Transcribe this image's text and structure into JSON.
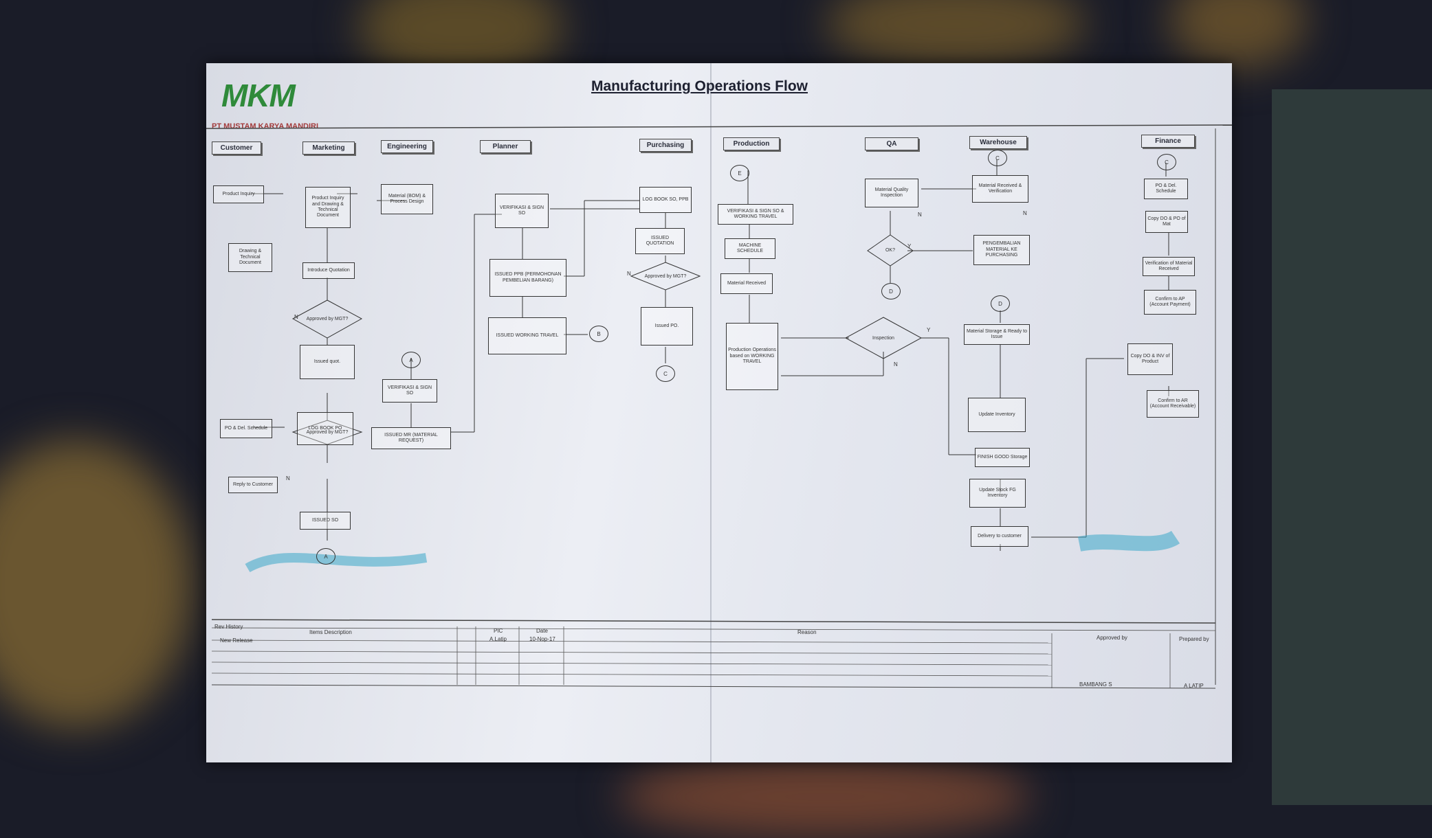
{
  "title": "Manufacturing Operations Flow",
  "logo": "MKM",
  "company": "PT MUSTAM KARYA MANDIRI",
  "lanes": [
    "Customer",
    "Marketing",
    "Engineering",
    "Planner",
    "Purchasing",
    "Production",
    "QA",
    "Warehouse",
    "Finance"
  ],
  "boxes": {
    "product_inquiry": "Product Inquiry",
    "drawing_tech_doc": "Drawing & Technical Document",
    "po_del_schedule_cust": "PO & Del. Schedule",
    "reply_to_customer": "Reply to Customer",
    "product_inquiry_drawing": "Product Inquiry and Drawing & Technical Document",
    "introduce_quotation": "Introduce Quotation",
    "issued_quot": "Issued quot.",
    "log_book_po": "LOG BOOK PO",
    "issued_so": "ISSUED SO",
    "material_bom": "Material (BOM) & Process Design",
    "verifikasi_sign_so_eng": "VERIFIKASI & SIGN SO",
    "issued_mr": "ISSUED MR (MATERIAL REQUEST)",
    "verifikasi_sign_so_plan": "VERIFIKASI & SIGN SO",
    "issued_ppb": "ISSUED PPB (PERMOHONAN PEMBELIAN BARANG)",
    "issued_working_travel": "ISSUED WORKING TRAVEL",
    "log_book_so_ppb": "LOG BOOK SO, PPB",
    "issued_quotation": "ISSUED QUOTATION",
    "issued_po": "Issued PO.",
    "verifikasi_sign_so_wt": "VERIFIKASI & SIGN SO & WORKING TRAVEL",
    "machine_schedule": "MACHINE SCHEDULE",
    "material_received_prod": "Material Received",
    "production_operations": "Production Operations based on WORKING TRAVEL",
    "material_quality_inspection": "Material Quality Inspection",
    "material_received_verification": "Material Received & Verification",
    "pengembalian": "PENGEMBALIAN MATERIAL KE PURCHASING",
    "material_storage": "Material Storage & Ready to Issue",
    "update_inventory": "Update Inventory",
    "finish_good_storage": "FINISH GOOD Storage",
    "update_stock_fg": "Update Stock FG Inventory",
    "delivery_to_customer": "Delivery to customer",
    "po_del_schedule_fin": "PO & Del. Schedule",
    "copy_do_po": "Copy DO & PO of Mat",
    "verification_material_received": "Verification of Material Received",
    "confirm_ap": "Confirm to AP (Account Payment)",
    "copy_do_inv": "Copy DO & INV of Product",
    "confirm_ar": "Confirm to AR (Account Receivable)"
  },
  "decisions": {
    "approved_mgt_1": "Approved by MGT?",
    "approved_mgt_2": "Approved by MGT?",
    "approved_mgt_purch": "Approved by MGT?",
    "ok": "OK?",
    "inspection": "Inspection"
  },
  "connectors": {
    "a1": "A",
    "a2": "A",
    "b1": "B",
    "c1": "C",
    "c2": "C",
    "c3": "C",
    "d1": "D",
    "d2": "D",
    "e1": "E"
  },
  "flags": {
    "n": "N",
    "y": "Y"
  },
  "footer": {
    "rev_history": "Rev History",
    "items_description": "Items Description",
    "pic": "PIC",
    "date": "Date",
    "reason": "Reason",
    "approved_by": "Approved by",
    "prepared_by": "Prepared by",
    "row1_item": "New Release",
    "row1_pic": "A.Latip",
    "row1_date": "10-Nop-17",
    "approver": "BAMBANG S",
    "preparer": "A LATIP"
  }
}
